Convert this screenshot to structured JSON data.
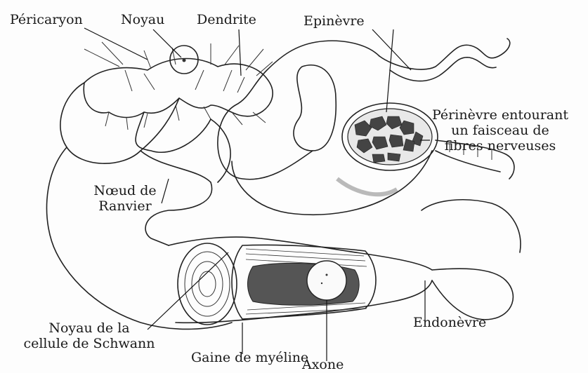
{
  "labels": {
    "pericaryon": "Péricaryon",
    "noyau": "Noyau",
    "dendrite": "Dendrite",
    "epinevre": "Epinèvre",
    "perinevre_1": "Périnèvre entourant",
    "perinevre_2": "un faisceau de",
    "perinevre_3": "fibres nerveuses",
    "noeud_1": "Nœud de",
    "noeud_2": "Ranvier",
    "endonevre": "Endonèvre",
    "schwann_1": "Noyau de la",
    "schwann_2": "cellule de Schwann",
    "gaine": "Gaine de myéline",
    "axone": "Axone"
  }
}
